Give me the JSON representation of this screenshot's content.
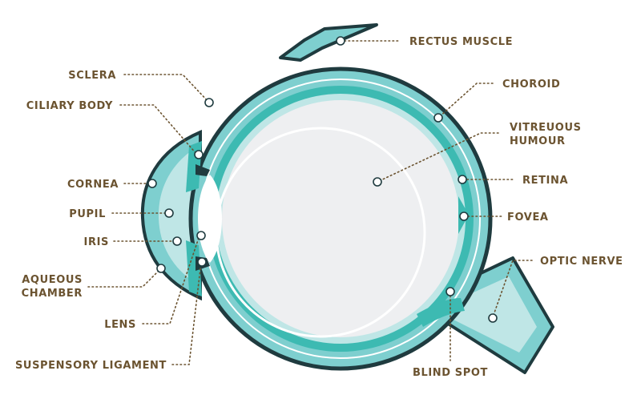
{
  "colors": {
    "outline": "#1f3b3f",
    "sclera": "#7ecfcf",
    "choroid": "#3dbab2",
    "retina": "#bfe6e6",
    "vitreous": "#eeeff1",
    "lens": "#ffffff",
    "label": "#6b5330"
  },
  "labels": {
    "rectus_muscle": "RECTUS MUSCLE",
    "sclera": "SCLERA",
    "ciliary_body": "CILIARY BODY",
    "cornea": "CORNEA",
    "pupil": "PUPIL",
    "iris": "IRIS",
    "aqueous_1": "AQUEOUS",
    "aqueous_2": "CHAMBER",
    "lens": "LENS",
    "suspensory_ligament": "SUSPENSORY LIGAMENT",
    "choroid": "CHOROID",
    "vitreous_1": "VITREUOUS",
    "vitreous_2": "HUMOUR",
    "retina": "RETINA",
    "fovea": "FOVEA",
    "optic_nerve": "OPTIC NERVE",
    "blind_spot": "BLIND SPOT"
  }
}
